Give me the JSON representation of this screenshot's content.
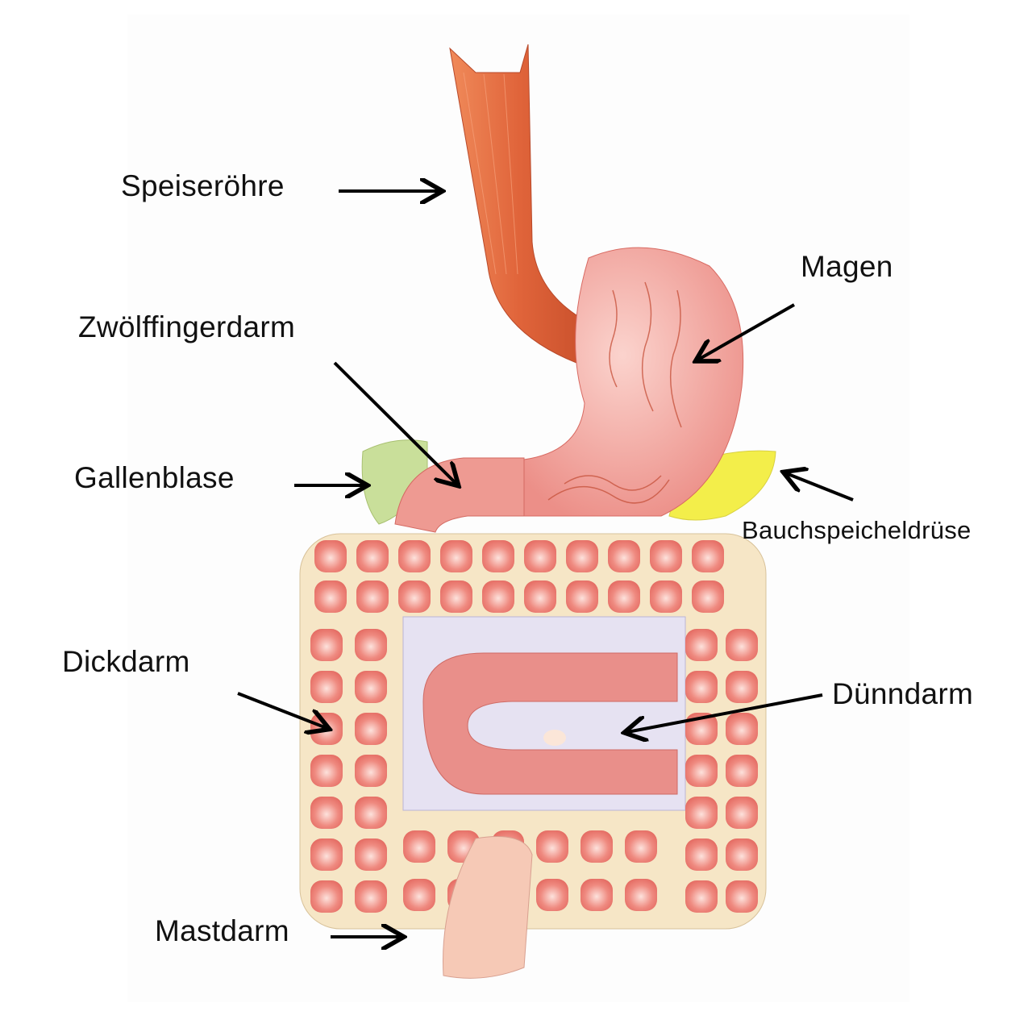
{
  "labels": {
    "speiseroehre": "Speiseröhre",
    "magen": "Magen",
    "zwoelffingerdarm": "Zwölffingerdarm",
    "gallenblase": "Gallenblase",
    "bauchspeicheldruese": "Bauchspeicheldrüse",
    "dickdarm": "Dickdarm",
    "duenndarm": "Dünndarm",
    "mastdarm": "Mastdarm"
  },
  "colors": {
    "esophagus": "#e0643a",
    "stomach": "#f2a6a0",
    "gallbladder": "#c9df9a",
    "pancreas": "#f3ee4a",
    "colon": "#f6e6c6",
    "colon_spots": "#ec7a72",
    "small_intestine": "#e98f8a",
    "inner_box": "#e6e2f2",
    "arrow": "#000000"
  }
}
